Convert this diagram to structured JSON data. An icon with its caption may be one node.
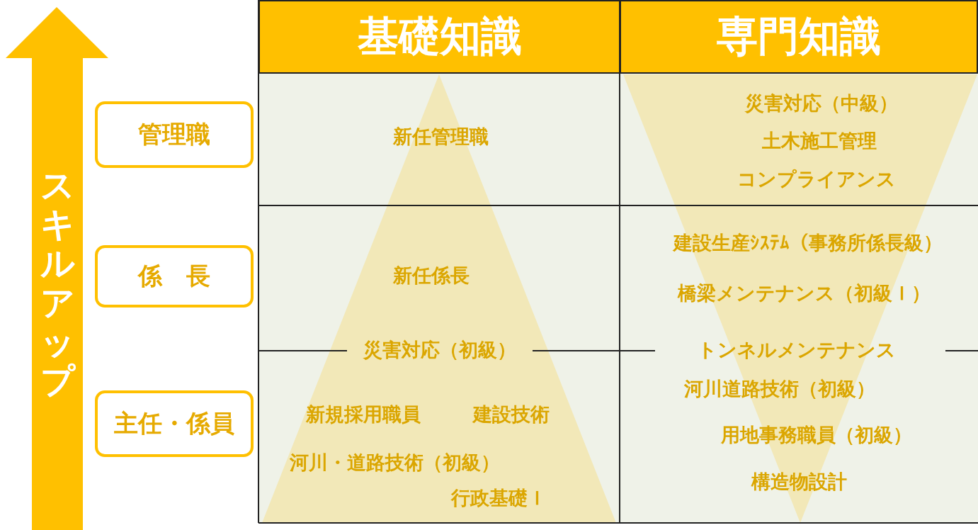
{
  "diagram": {
    "nodes": [
      {
        "text": [
          "基礎知識"
        ]
      },
      {
        "text": [
          "専門知識"
        ]
      },
      {
        "text": [
          "管理職"
        ]
      },
      {
        "text": [
          "係　長"
        ]
      },
      {
        "text": [
          "主任・係員"
        ]
      }
    ],
    "labels": [
      "スキルアップ",
      "災害対応（中級）",
      "新任管理職",
      "土木施工管理",
      "コンプライアンス",
      "建設生産ｼｽﾃﾑ（事務所係長級）",
      "新任係長",
      "橋梁メンテナンス（初級Ｉ）",
      "災害対応（初級）",
      "トンネルメンテナンス",
      "河川道路技術（初級）",
      "新規採用職員",
      "建設技術",
      "用地事務職員（初級）",
      "河川・道路技術（初級）",
      "構造物設計",
      "行政基礎Ｉ"
    ]
  }
}
